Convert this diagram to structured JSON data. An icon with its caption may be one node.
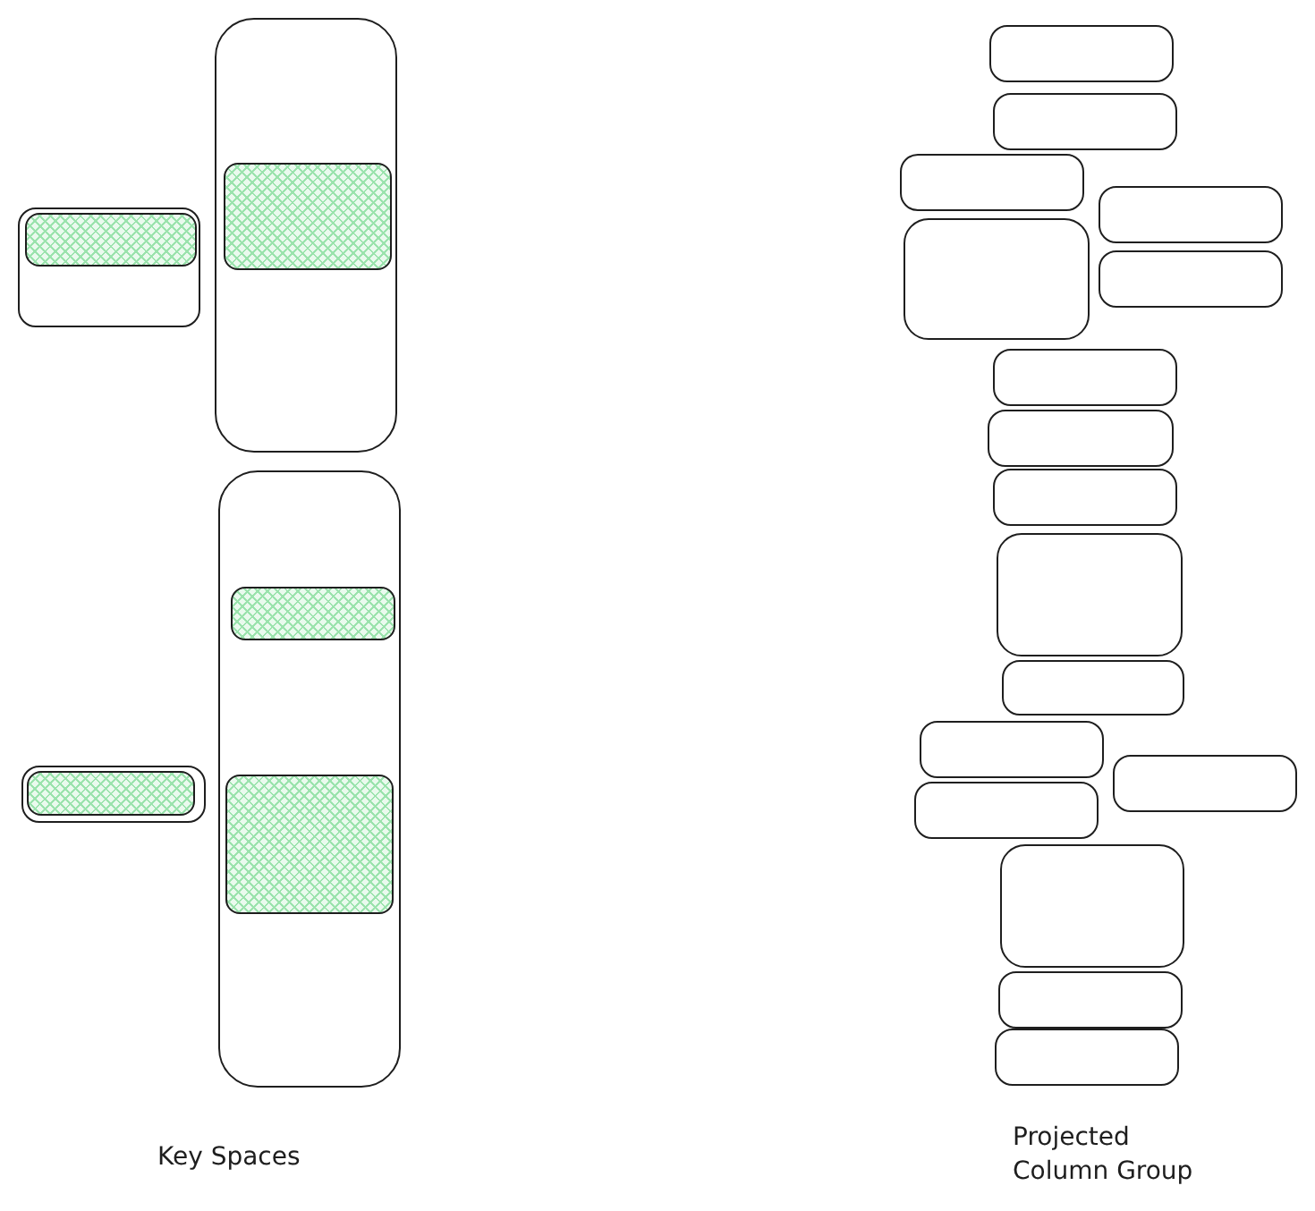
{
  "diagram": {
    "nodes": [
      {
        "text": [],
        "shape": "box"
      },
      {
        "text": [],
        "shape": "box",
        "in": 0
      },
      {
        "text": [],
        "shape": "box"
      },
      {
        "text": [],
        "shape": "box",
        "in": 2
      },
      {
        "text": [],
        "shape": "box"
      },
      {
        "text": [],
        "shape": "box",
        "in": 4
      },
      {
        "text": [],
        "shape": "box"
      },
      {
        "text": [],
        "shape": "box",
        "in": 6
      },
      {
        "text": [],
        "shape": "box",
        "in": 4
      },
      {
        "text": [],
        "shape": "box"
      },
      {
        "text": [],
        "shape": "box"
      },
      {
        "text": [],
        "shape": "box"
      },
      {
        "text": [],
        "shape": "box"
      },
      {
        "text": [],
        "shape": "box"
      },
      {
        "text": [],
        "shape": "box"
      },
      {
        "text": [],
        "shape": "box"
      },
      {
        "text": [],
        "shape": "box"
      },
      {
        "text": [],
        "shape": "box"
      },
      {
        "text": [],
        "shape": "box"
      },
      {
        "text": [],
        "shape": "box"
      },
      {
        "text": [],
        "shape": "box"
      },
      {
        "text": [],
        "shape": "box"
      },
      {
        "text": [],
        "shape": "box"
      },
      {
        "text": [],
        "shape": "box"
      },
      {
        "text": [],
        "shape": "box"
      },
      {
        "text": [],
        "shape": "box"
      }
    ],
    "labels": [
      "Key Spaces",
      "Projected Column Group"
    ]
  }
}
